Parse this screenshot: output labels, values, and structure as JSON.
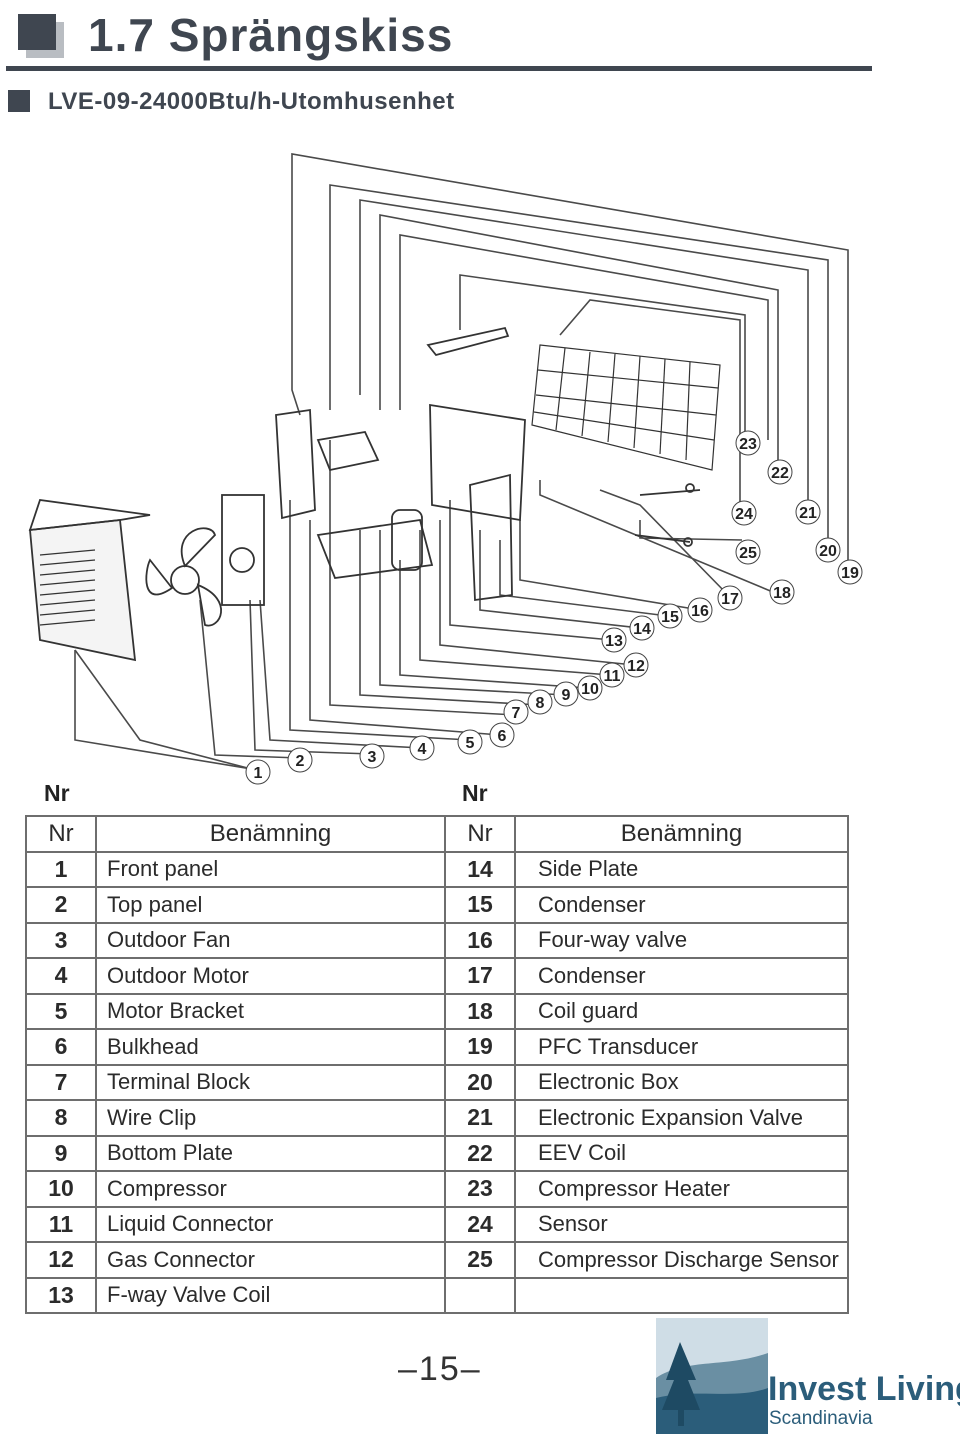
{
  "page": {
    "title": "1.7 Sprängskiss",
    "subtitle": "LVE-09-24000Btu/h-Utomhusenhet",
    "page_number": "–15–"
  },
  "diagram": {
    "callouts": [
      "1",
      "2",
      "3",
      "4",
      "5",
      "6",
      "7",
      "8",
      "9",
      "10",
      "11",
      "12",
      "13",
      "14",
      "15",
      "16",
      "17",
      "18",
      "19",
      "20",
      "21",
      "22",
      "23",
      "24",
      "25"
    ]
  },
  "table": {
    "outer_headers": [
      "Nr",
      "Nr"
    ],
    "headers": [
      "Nr",
      "Benämning",
      "Nr",
      "Benämning"
    ],
    "rows": [
      {
        "nr1": "1",
        "name1": "Front panel",
        "nr2": "14",
        "name2": "Side Plate"
      },
      {
        "nr1": "2",
        "name1": "Top panel",
        "nr2": "15",
        "name2": "Condenser"
      },
      {
        "nr1": "3",
        "name1": "Outdoor Fan",
        "nr2": "16",
        "name2": "Four-way valve"
      },
      {
        "nr1": "4",
        "name1": "Outdoor Motor",
        "nr2": "17",
        "name2": "Condenser"
      },
      {
        "nr1": "5",
        "name1": "Motor Bracket",
        "nr2": "18",
        "name2": "Coil guard"
      },
      {
        "nr1": "6",
        "name1": "Bulkhead",
        "nr2": "19",
        "name2": "PFC Transducer"
      },
      {
        "nr1": "7",
        "name1": "Terminal Block",
        "nr2": "20",
        "name2": "Electronic Box"
      },
      {
        "nr1": "8",
        "name1": "Wire Clip",
        "nr2": "21",
        "name2": "Electronic Expansion Valve"
      },
      {
        "nr1": "9",
        "name1": "Bottom Plate",
        "nr2": "22",
        "name2": "EEV Coil"
      },
      {
        "nr1": "10",
        "name1": "Compressor",
        "nr2": "23",
        "name2": "Compressor Heater"
      },
      {
        "nr1": "11",
        "name1": "Liquid Connector",
        "nr2": "24",
        "name2": "Sensor"
      },
      {
        "nr1": "12",
        "name1": "Gas Connector",
        "nr2": "25",
        "name2": "Compressor Discharge Sensor"
      },
      {
        "nr1": "13",
        "name1": "F-way Valve Coil",
        "nr2": "",
        "name2": ""
      }
    ]
  },
  "logo": {
    "line1": "Invest Living",
    "line2": "Scandinavia",
    "colors": {
      "brand": "#2b5d7a",
      "accent": "#6a8fa3"
    }
  }
}
